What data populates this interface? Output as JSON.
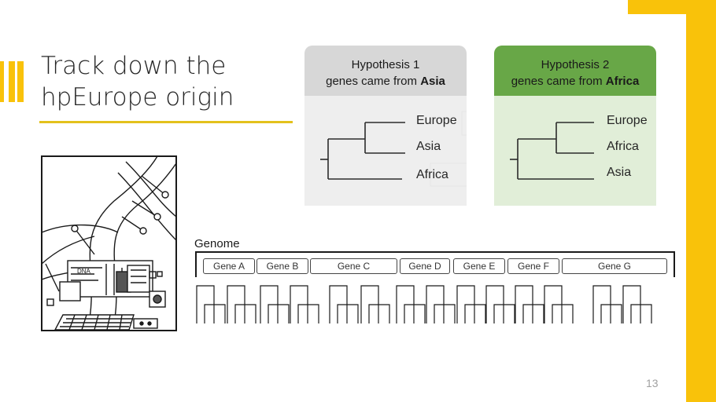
{
  "slide": {
    "title_line1": "Track down the",
    "title_line2": "hpEurope origin",
    "page_number": "13"
  },
  "colors": {
    "accent_yellow": "#f9c20a",
    "title_rule": "#e3c11c",
    "hyp1_header": "#d7d7d7",
    "hyp1_body": "#eeeeee",
    "hyp2_header": "#68a747",
    "hyp2_body": "#e1eed8"
  },
  "hypothesis1": {
    "heading": "Hypothesis 1",
    "subtitle_prefix": "genes came from ",
    "subtitle_bold": "Asia",
    "leaves": [
      "Europe",
      "Asia",
      "Africa"
    ]
  },
  "hypothesis2": {
    "heading": "Hypothesis 2",
    "subtitle_prefix": "genes came from ",
    "subtitle_bold": "Africa",
    "leaves": [
      "Europe",
      "Africa",
      "Asia"
    ]
  },
  "genome": {
    "label": "Genome",
    "genes": [
      "Gene A",
      "Gene B",
      "Gene C",
      "Gene D",
      "Gene E",
      "Gene F",
      "Gene G"
    ]
  },
  "illustration": {
    "icon": "dna-lab-computer-sketch",
    "chip_text": "DNA"
  }
}
